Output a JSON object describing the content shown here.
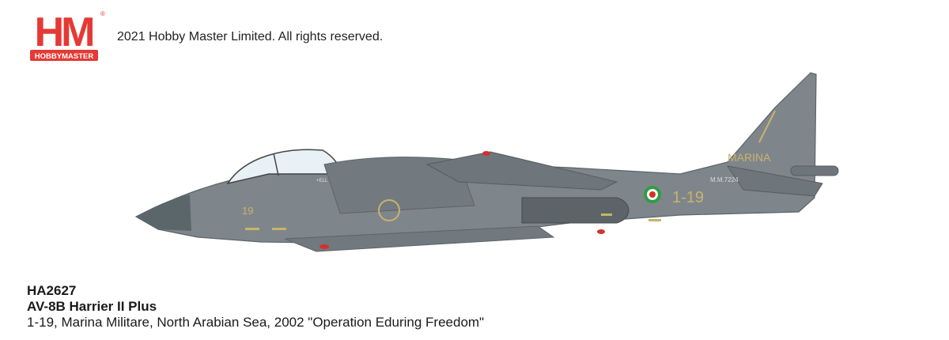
{
  "logo": {
    "letters": "HM",
    "banner": "HOBBYMASTER",
    "registered_mark": "®",
    "brand_color": "#e53935"
  },
  "copyright": "2021 Hobby Master Limited. All rights reserved.",
  "aircraft": {
    "tail_text": "MARINA",
    "serial": "M.M.7224",
    "fuselage_number": "1-19",
    "nose_number": "19",
    "panel_text": "+ELL",
    "body_color": "#7f868b",
    "roundel_colors": [
      "#2e9d45",
      "#ffffff",
      "#d3312b"
    ],
    "marking_color": "#c9b36b"
  },
  "caption": {
    "code": "HA2627",
    "model": "AV-8B Harrier II Plus",
    "description": "1-19, Marina Militare, North Arabian Sea, 2002 \"Operation Eduring Freedom\""
  }
}
